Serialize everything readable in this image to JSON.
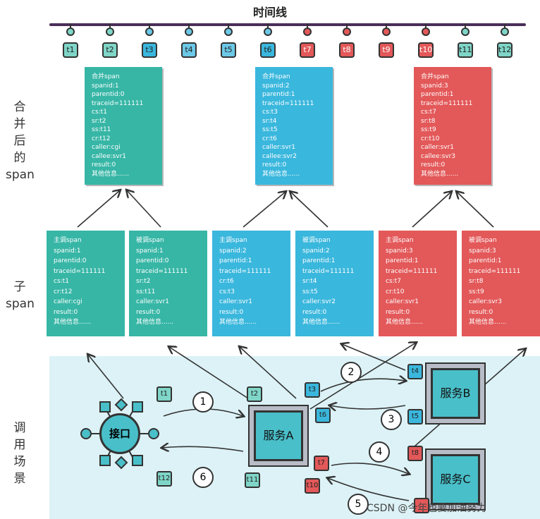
{
  "title": "时间线",
  "timeline": [
    {
      "t": "t1",
      "c": "lteal"
    },
    {
      "t": "t2",
      "c": "lteal"
    },
    {
      "t": "t3",
      "c": "blue"
    },
    {
      "t": "t4",
      "c": "lblue"
    },
    {
      "t": "t5",
      "c": "lblue"
    },
    {
      "t": "t6",
      "c": "blue"
    },
    {
      "t": "t7",
      "c": "red"
    },
    {
      "t": "t8",
      "c": "red"
    },
    {
      "t": "t9",
      "c": "red"
    },
    {
      "t": "t10",
      "c": "red"
    },
    {
      "t": "t11",
      "c": "lteal"
    },
    {
      "t": "t12",
      "c": "lteal"
    }
  ],
  "labels": {
    "merged": [
      "合",
      "并",
      "后",
      "的",
      "span"
    ],
    "child": [
      "子",
      "span"
    ],
    "scene": [
      "调",
      "用",
      "场",
      "景"
    ]
  },
  "merged_spans": [
    {
      "color": "teal",
      "lines": [
        "合并span",
        "spanid:1",
        "parentid:0",
        "traceid=111111",
        "cs:t1",
        "sr:t2",
        "ss:t11",
        "cr:t12",
        "caller:cgi",
        "callee:svr1",
        "result:0",
        "其他信息......"
      ]
    },
    {
      "color": "blue",
      "lines": [
        "合并span",
        "spanid:2",
        "parentid:1",
        "traceid=111111",
        "cs:t3",
        "sr:t4",
        "ss:t5",
        "cr:t6",
        "caller:svr1",
        "callee:svr2",
        "result:0",
        "其他信息......"
      ]
    },
    {
      "color": "red",
      "lines": [
        "合并span",
        "spanid:3",
        "parentid:1",
        "traceid=111111",
        "cs:t7",
        "sr:t8",
        "ss:t9",
        "cr:t10",
        "caller:svr1",
        "callee:svr3",
        "result:0",
        "其他信息......"
      ]
    }
  ],
  "child_spans": [
    {
      "color": "teal",
      "lines": [
        "主调span",
        "spanid:1",
        "parentid:0",
        "traceid=111111",
        "cs:t1",
        "cr:t12",
        "caller:cgi",
        "result:0",
        "其他信息......"
      ]
    },
    {
      "color": "teal",
      "lines": [
        "被调span",
        "spanid:1",
        "parentid:0",
        "traceid=111111",
        "sr:t2",
        "ss:t11",
        "caller:svr1",
        "result:0",
        "其他信息......"
      ]
    },
    {
      "color": "blue",
      "lines": [
        "主调span",
        "spanid:2",
        "parentid:1",
        "traceid=111111",
        "cr:t6",
        "cs:t3",
        "caller:svr1",
        "result:0",
        "其他信息......"
      ]
    },
    {
      "color": "blue",
      "lines": [
        "被调span",
        "spanid:2",
        "parentid:1",
        "traceid=111111",
        "sr:t4",
        "ss:t5",
        "caller:svr2",
        "result:0",
        "其他信息......"
      ]
    },
    {
      "color": "red",
      "lines": [
        "主调span",
        "spanid:3",
        "parentid:1",
        "traceid=111111",
        "cs:t7",
        "cr:t10",
        "caller:svr1",
        "result:0",
        "其他信息......"
      ]
    },
    {
      "color": "red",
      "lines": [
        "被调span",
        "spanid:3",
        "parentid:1",
        "traceid=111111",
        "sr:t8",
        "ss:t9",
        "caller:svr3",
        "result:0",
        "其他信息......"
      ]
    }
  ],
  "scene": {
    "interface": "接口",
    "service_a": "服务A",
    "service_b": "服务B",
    "service_c": "服务C",
    "steps": [
      "1",
      "2",
      "3",
      "4",
      "5",
      "6"
    ],
    "tags": {
      "t1": "t1",
      "t2": "t2",
      "t3": "t3",
      "t4": "t4",
      "t5": "t5",
      "t6": "t6",
      "t7": "t7",
      "t8": "t8",
      "t10": "t10",
      "t11": "t11",
      "t12": "t12"
    }
  },
  "watermark": "CSDN @今年也要加油努力"
}
